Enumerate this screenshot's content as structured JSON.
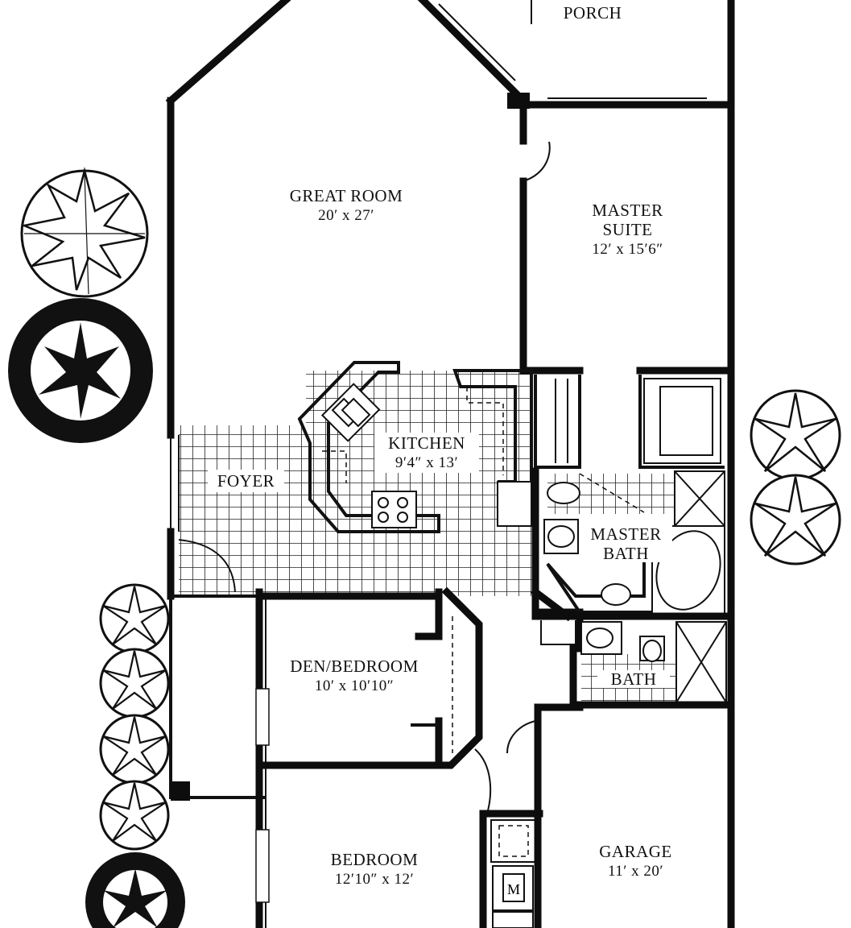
{
  "rooms": {
    "porch": {
      "name": "PORCH"
    },
    "great_room": {
      "name": "GREAT ROOM",
      "dim": "20′ x 27′"
    },
    "master_suite": {
      "name_line1": "MASTER",
      "name_line2": "SUITE",
      "dim": "12′ x 15′6″"
    },
    "kitchen": {
      "name": "KITCHEN",
      "dim": "9′4″ x 13′"
    },
    "foyer": {
      "name": "FOYER"
    },
    "master_bath": {
      "name_line1": "MASTER",
      "name_line2": "BATH"
    },
    "den_bedroom": {
      "name": "DEN/BEDROOM",
      "dim": "10′ x 10′10″"
    },
    "bath": {
      "name": "BATH"
    },
    "bedroom": {
      "name": "BEDROOM",
      "dim": "12′10″ x 12′"
    },
    "garage": {
      "name": "GARAGE",
      "dim": "11′ x 20′"
    }
  },
  "colors": {
    "ink": "#0d0d0d",
    "paper": "#ffffff"
  }
}
